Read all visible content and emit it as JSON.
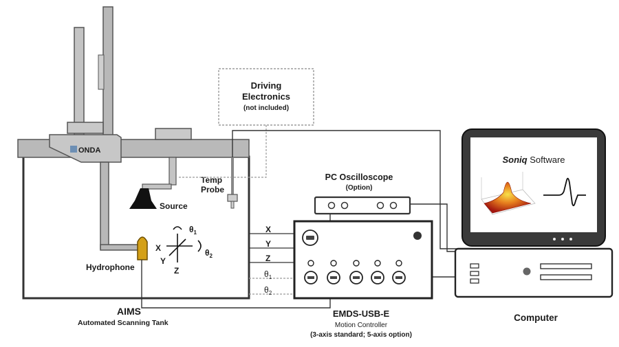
{
  "brand": {
    "logo_text": "ONDA"
  },
  "tank": {
    "source_label": "Source",
    "hydrophone_label": "Hydrophone",
    "temp_probe_line1": "Temp",
    "temp_probe_line2": "Probe",
    "title": "AIMS",
    "subtitle": "Automated Scanning Tank"
  },
  "axes_glyph": {
    "x": "X",
    "y": "Y",
    "z": "Z",
    "theta1": "θ",
    "theta1_sub": "1",
    "theta2": "θ",
    "theta2_sub": "2"
  },
  "driving_electronics": {
    "line1": "Driving",
    "line2": "Electronics",
    "note": "(not included)"
  },
  "oscilloscope": {
    "title": "PC Oscilloscope",
    "note": "(Option)"
  },
  "axis_lines": [
    {
      "label": "X",
      "sub": ""
    },
    {
      "label": "Y",
      "sub": ""
    },
    {
      "label": "Z",
      "sub": ""
    },
    {
      "label": "θ",
      "sub": "1"
    },
    {
      "label": "θ",
      "sub": "2"
    }
  ],
  "controller": {
    "title": "EMDS-USB-E",
    "subtitle": "Motion Controller",
    "note": "(3-axis standard; 5-axis option)"
  },
  "computer": {
    "label": "Computer",
    "software_name": "Soniq",
    "software_suffix": " Software"
  },
  "colors": {
    "frame_gray": "#b5b5b5",
    "hydrophone": "#d4a017",
    "surface_red": "#c0281c",
    "surface_yellow": "#f2d23c",
    "line": "#333333"
  }
}
